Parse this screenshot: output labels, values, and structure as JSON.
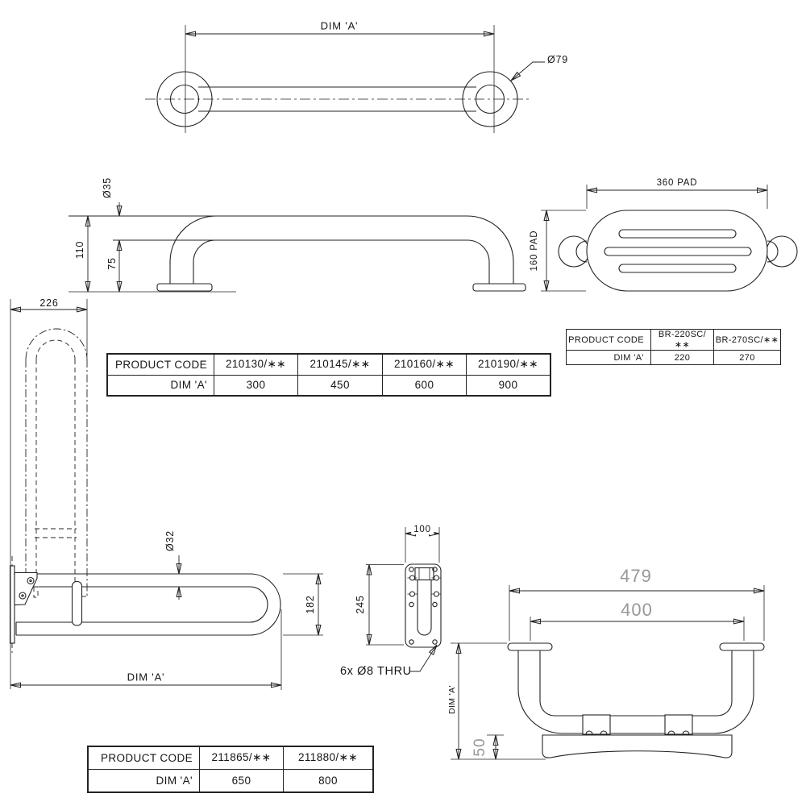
{
  "straight_bar_view": {
    "length_label": "DIM 'A'",
    "flange_diameter": "Ø79"
  },
  "side_view": {
    "tube_diameter": "Ø35",
    "overall_height": "110",
    "lower_height": "75"
  },
  "padded_rail_view": {
    "pad_width": "360 PAD",
    "pad_height": "160 PAD"
  },
  "straight_bar_table": {
    "header": [
      "PRODUCT CODE",
      "210130/∗∗",
      "210145/∗∗",
      "210160/∗∗",
      "210190/∗∗"
    ],
    "dim_row": [
      "DIM 'A'",
      "300",
      "450",
      "600",
      "900"
    ]
  },
  "padded_rail_table": {
    "header": [
      "PRODUCT CODE",
      "BR-220SC/∗∗",
      "BR-270SC/∗∗"
    ],
    "dim_row": [
      "DIM 'A'",
      "220",
      "270"
    ]
  },
  "hinged_rail_view": {
    "depth": "226",
    "tube_diameter": "Ø32",
    "loop_height": "182",
    "length_label": "DIM 'A'"
  },
  "wall_plate_view": {
    "width": "100",
    "height": "245",
    "holes_note": "6x Ø8 THRU"
  },
  "bath_rail_view": {
    "overall_width": "479",
    "centres_width": "400",
    "height_label": "DIM 'A'",
    "rim_height": "50"
  },
  "hinged_rail_table": {
    "header": [
      "PRODUCT CODE",
      "211865/∗∗",
      "211880/∗∗"
    ],
    "dim_row": [
      "DIM 'A'",
      "650",
      "800"
    ]
  }
}
